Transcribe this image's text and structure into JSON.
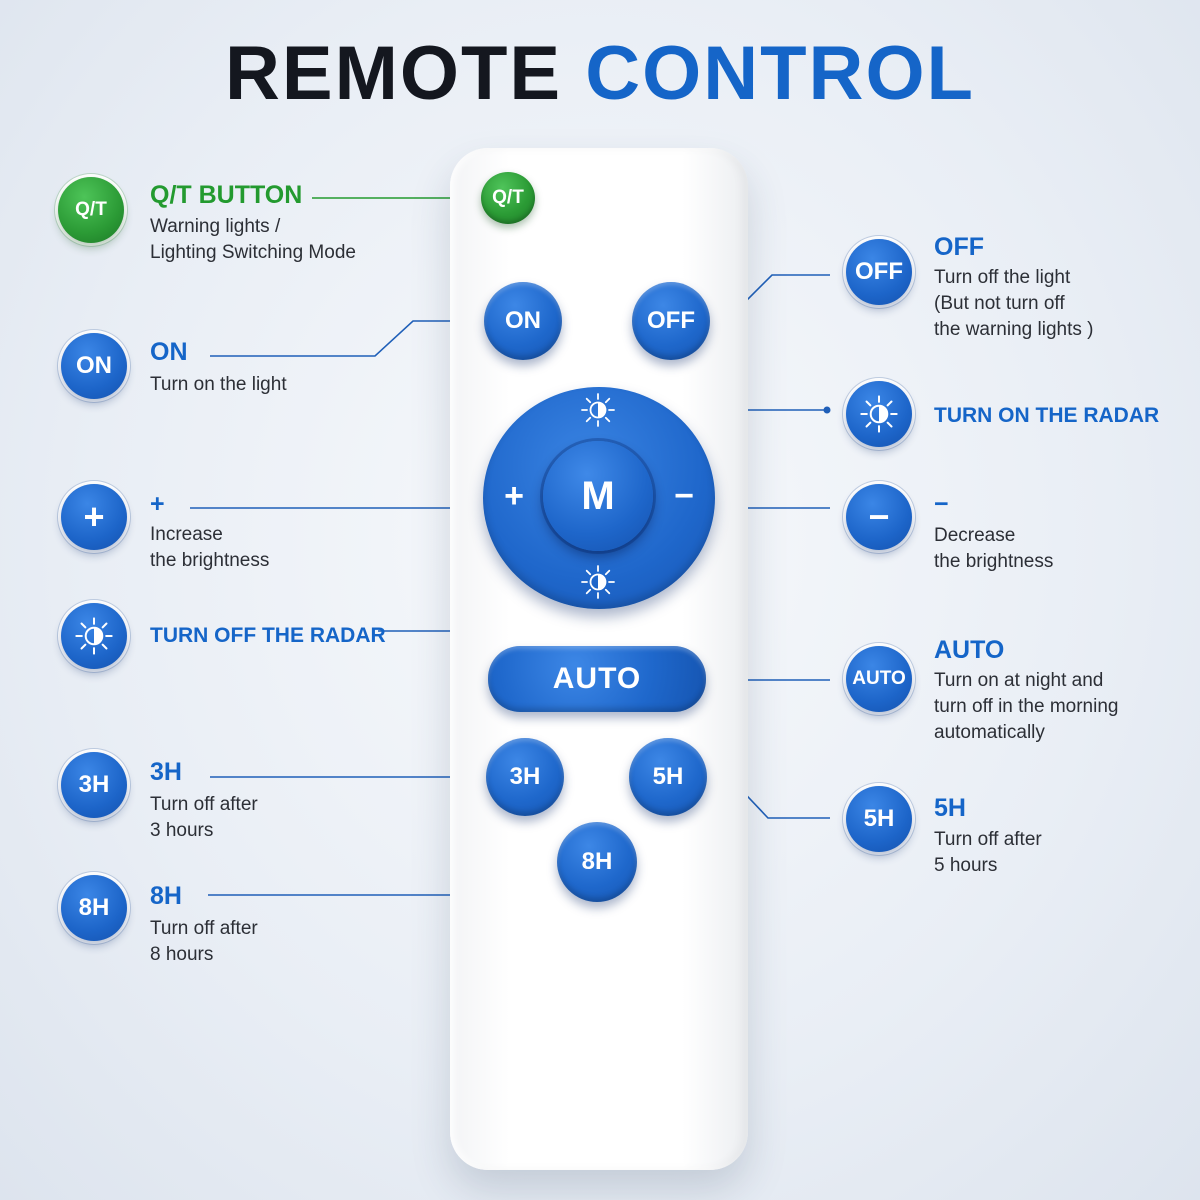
{
  "title": {
    "word1": "REMOTE",
    "word2": "CONTROL"
  },
  "colors": {
    "accent_blue": "#1565c8",
    "accent_green": "#239a2f",
    "title_dark": "#14171f",
    "connector_blue": "#1f5fb8",
    "connector_green": "#239a2f"
  },
  "remote": {
    "qt": "Q/T",
    "on": "ON",
    "off": "OFF",
    "center": "M",
    "plus": "+",
    "minus": "−",
    "auto": "AUTO",
    "h3": "3H",
    "h5": "5H",
    "h8": "8H",
    "radar_on_icon": "sun-half-icon",
    "radar_off_icon": "sun-half-icon"
  },
  "left": {
    "qt": {
      "badge": "Q/T",
      "title": "Q/T BUTTON",
      "lines": [
        "Warning lights /",
        "Lighting Switching Mode"
      ]
    },
    "on": {
      "badge": "ON",
      "title": "ON",
      "lines": [
        "Turn on the light"
      ]
    },
    "plus": {
      "badge": "+",
      "title": "+",
      "lines": [
        "Increase",
        "the brightness"
      ]
    },
    "radar_off": {
      "badge_icon": "sun-half-icon",
      "title": "TURN OFF THE RADAR"
    },
    "h3": {
      "badge": "3H",
      "title": "3H",
      "lines": [
        "Turn off after",
        "3 hours"
      ]
    },
    "h8": {
      "badge": "8H",
      "title": "8H",
      "lines": [
        "Turn off after",
        "8 hours"
      ]
    }
  },
  "right": {
    "off": {
      "badge": "OFF",
      "title": "OFF",
      "lines": [
        "Turn off the light",
        "(But not turn off",
        "the warning lights )"
      ]
    },
    "radar_on": {
      "badge_icon": "sun-half-icon",
      "title": "TURN ON THE RADAR"
    },
    "minus": {
      "badge": "−",
      "title": "−",
      "lines": [
        "Decrease",
        "the brightness"
      ]
    },
    "auto": {
      "badge": "AUTO",
      "title": "AUTO",
      "lines": [
        "Turn on at night and",
        "turn off in the morning",
        "automatically"
      ]
    },
    "h5": {
      "badge": "5H",
      "title": "5H",
      "lines": [
        "Turn off after",
        "5 hours"
      ]
    }
  }
}
